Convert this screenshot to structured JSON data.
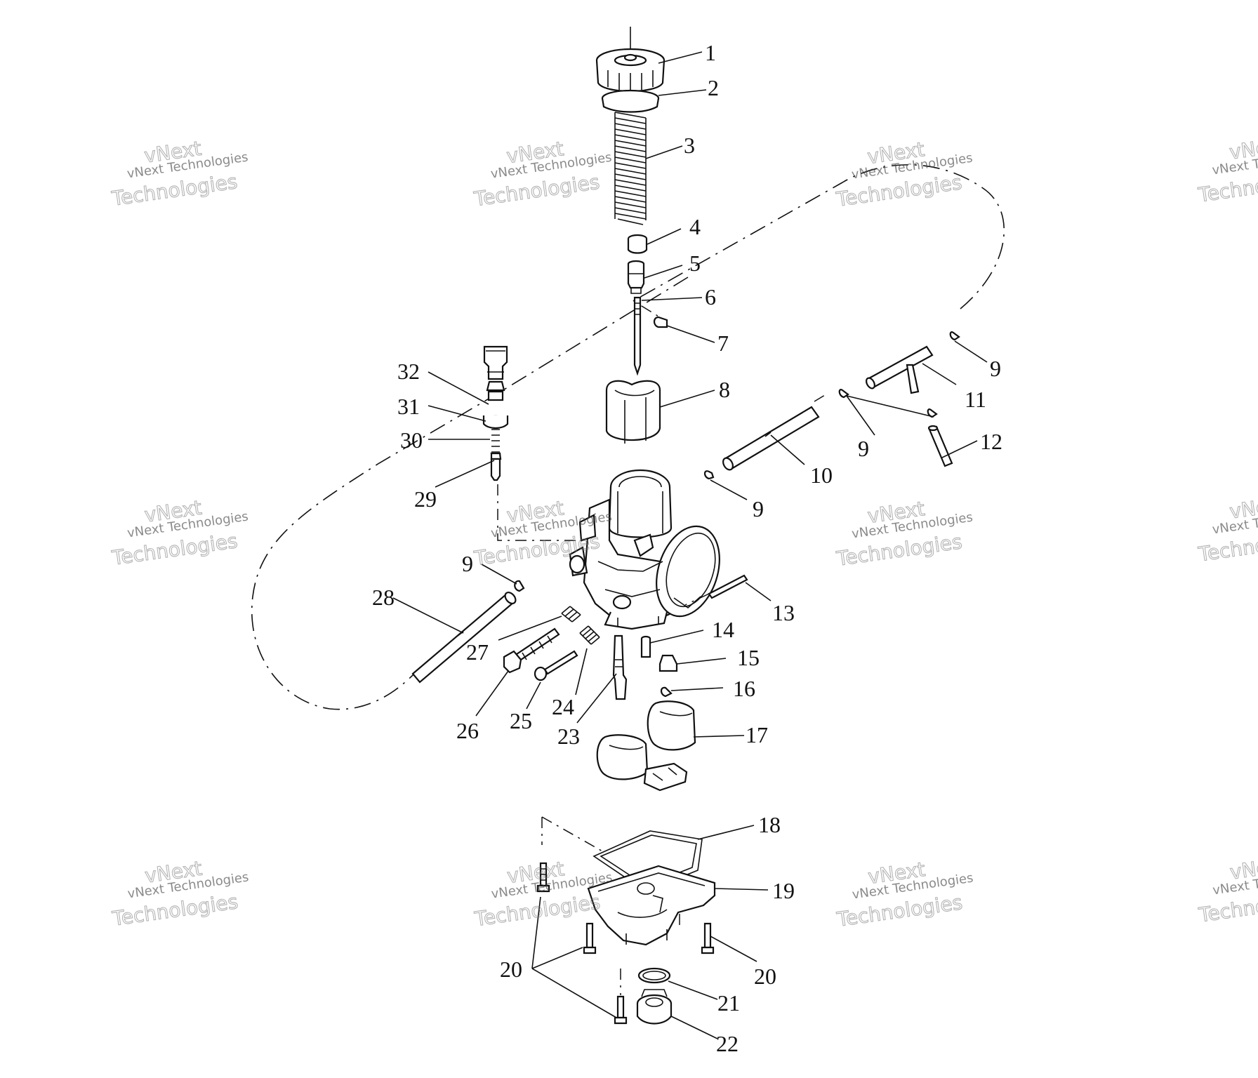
{
  "callouts": {
    "c1": "1",
    "c2": "2",
    "c3": "3",
    "c4": "4",
    "c5": "5",
    "c6": "6",
    "c7": "7",
    "c8": "8",
    "c9": "9",
    "c10": "10",
    "c11": "11",
    "c12": "12",
    "c13": "13",
    "c14": "14",
    "c15": "15",
    "c16": "16",
    "c17": "17",
    "c18": "18",
    "c19": "19",
    "c20": "20",
    "c21": "21",
    "c22": "22",
    "c23": "23",
    "c24": "24",
    "c25": "25",
    "c26": "26",
    "c27": "27",
    "c28": "28",
    "c29": "29",
    "c30": "30",
    "c31": "31",
    "c32": "32"
  },
  "watermark": {
    "brand": "vNext Technologies",
    "word1": "vNext",
    "word2": "Technologies"
  }
}
